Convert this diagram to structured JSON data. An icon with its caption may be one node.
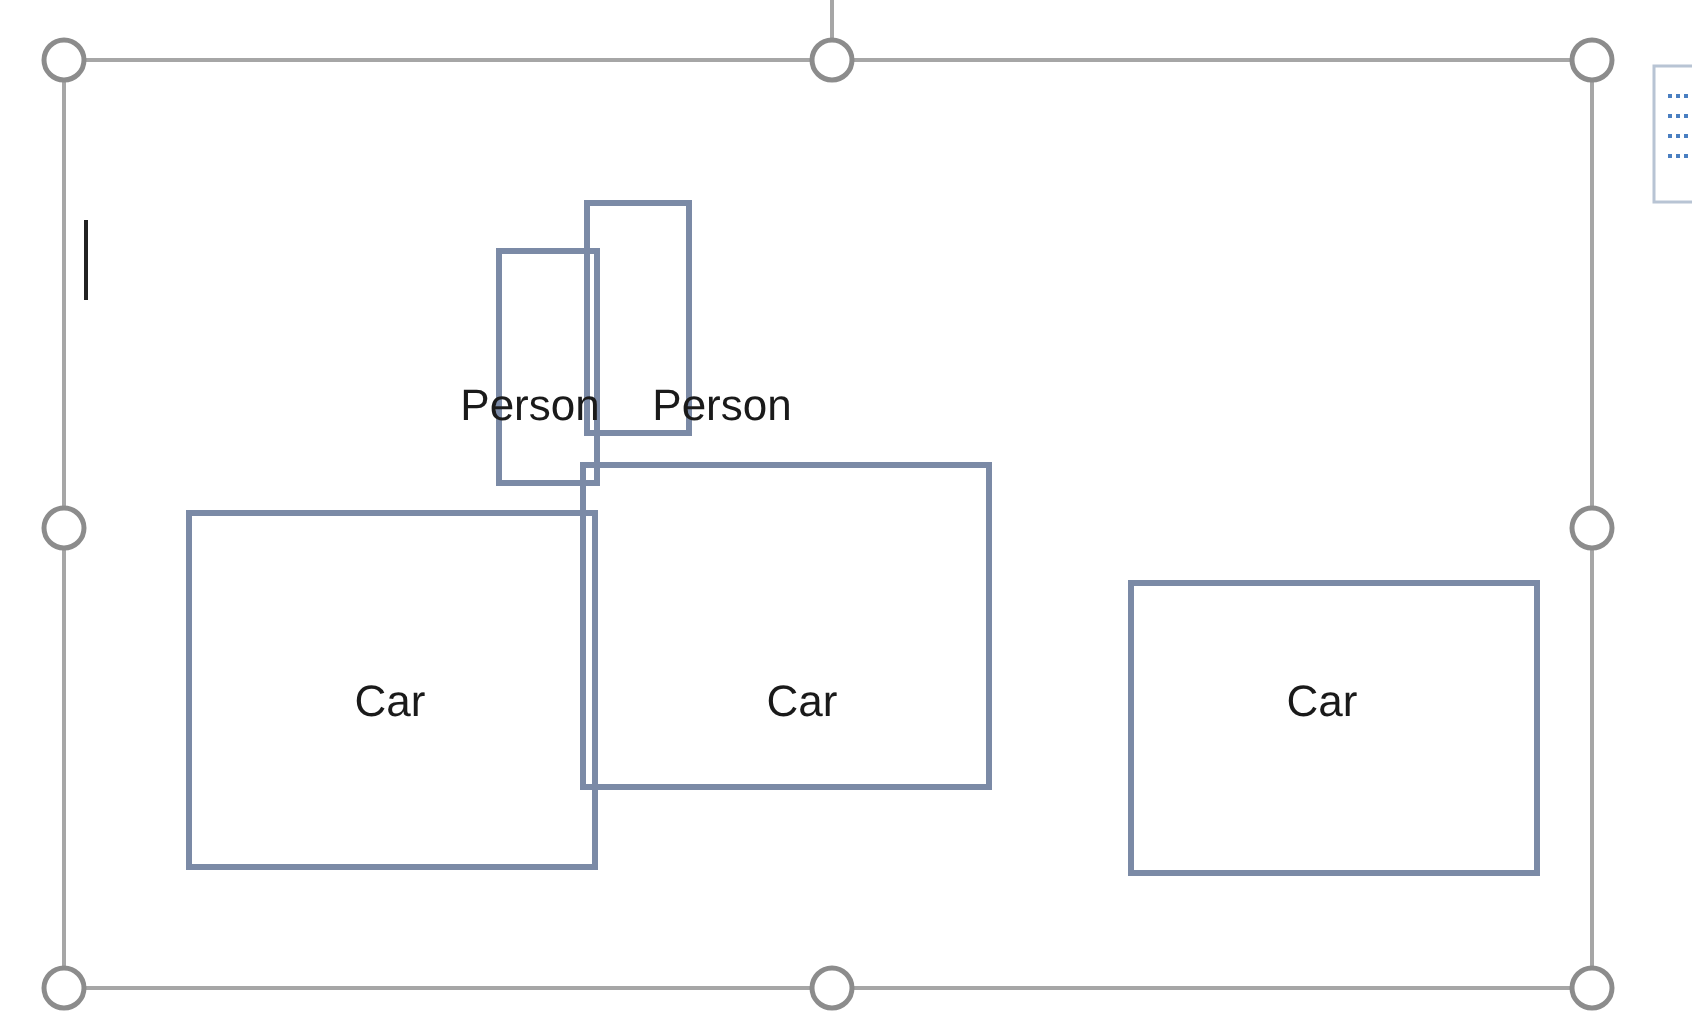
{
  "diagram": {
    "nodes": [
      {
        "text": [
          "Person"
        ]
      },
      {
        "text": [
          "Person"
        ]
      },
      {
        "text": [
          "Car"
        ]
      },
      {
        "text": [
          "Car"
        ]
      },
      {
        "text": [
          "Car"
        ]
      }
    ]
  }
}
